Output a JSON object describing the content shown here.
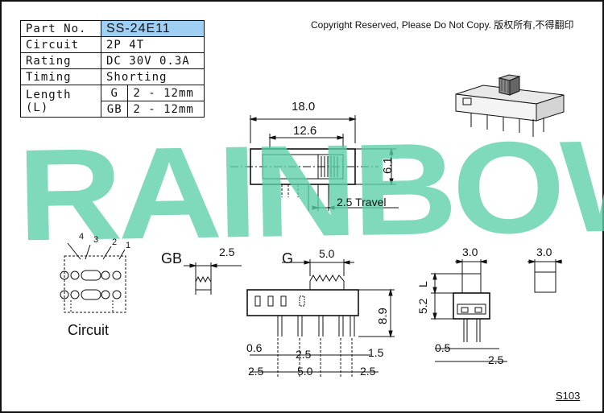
{
  "copyright": "Copyright Reserved, Please Do Not Copy. 版权所有,不得翻印",
  "spec": {
    "part_no_label": "Part No.",
    "part_no_value": "SS-24E11",
    "circuit_label": "Circuit",
    "circuit_value": "2P 4T",
    "rating_label": "Rating",
    "rating_value": "DC 30V 0.3A",
    "timing_label": "Timing",
    "timing_value": "Shorting",
    "length_label": "Length (L)",
    "g_label": "G",
    "g_value": "2 - 12mm",
    "gb_label": "GB",
    "gb_value": "2 - 12mm"
  },
  "watermark": "RAINBOW",
  "top_view": {
    "overall_width": "18.0",
    "inner_width": "12.6",
    "height": "6.1",
    "travel": "2.5 Travel"
  },
  "circuit": {
    "label": "Circuit",
    "pins": [
      "4",
      "3",
      "2",
      "1"
    ]
  },
  "side_view": {
    "gb_label": "GB",
    "gb_dim": "2.5",
    "g_label": "G",
    "knob_width": "5.0",
    "height": "8.9",
    "pin_width": "0.6",
    "pin_pitch": "2.5",
    "pin_offset": "1.5",
    "bottom_left": "2.5",
    "bottom_mid": "5.0",
    "bottom_right": "2.5"
  },
  "end_view": {
    "knob_width": "3.0",
    "length_label": "L",
    "body_height": "5.2",
    "pin_width": "0.5",
    "pin_pitch": "2.5"
  },
  "knob_view": {
    "width": "3.0"
  },
  "page_id": "S103",
  "colors": {
    "watermark": "#5ccfa9",
    "part_no_highlight": "#9fcff2",
    "line": "#111111"
  }
}
